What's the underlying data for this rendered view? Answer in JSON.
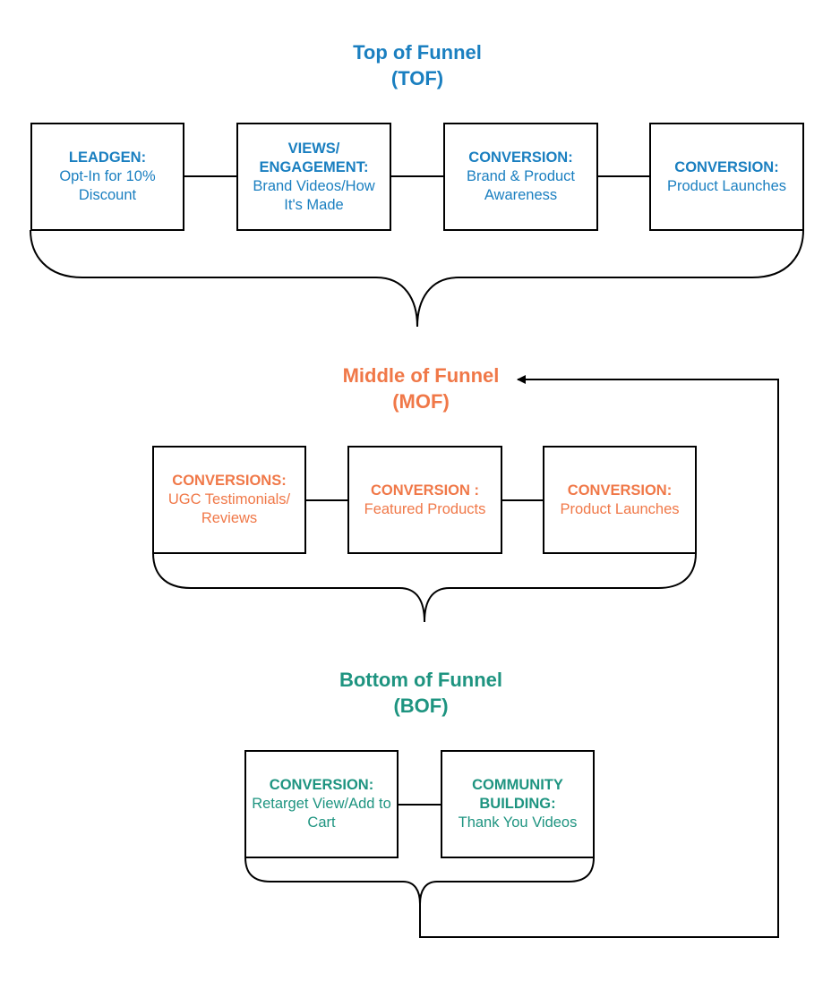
{
  "colors": {
    "tof": "#1a7fc0",
    "mof": "#f07848",
    "bof": "#1e9480",
    "line": "#000000"
  },
  "tof": {
    "title": "Top of Funnel",
    "subtitle": "(TOF)",
    "boxes": [
      {
        "label": "LEADGEN:",
        "text": "Opt-In for 10% Discount"
      },
      {
        "label": "VIEWS/ ENGAGEMENT:",
        "text": "Brand Videos/How It's Made"
      },
      {
        "label": "CONVERSION:",
        "text": "Brand & Product Awareness"
      },
      {
        "label": "CONVERSION:",
        "text": "Product Launches"
      }
    ]
  },
  "mof": {
    "title": "Middle of Funnel",
    "subtitle": "(MOF)",
    "boxes": [
      {
        "label": "CONVERSIONS:",
        "text": "UGC Testimonials/ Reviews"
      },
      {
        "label": "CONVERSION :",
        "text": "Featured Products"
      },
      {
        "label": "CONVERSION:",
        "text": "Product Launches"
      }
    ]
  },
  "bof": {
    "title": "Bottom of Funnel",
    "subtitle": "(BOF)",
    "boxes": [
      {
        "label": "CONVERSION:",
        "text": "Retarget View/Add to Cart"
      },
      {
        "label": "COMMUNITY BUILDING:",
        "text": "Thank You Videos"
      }
    ]
  }
}
